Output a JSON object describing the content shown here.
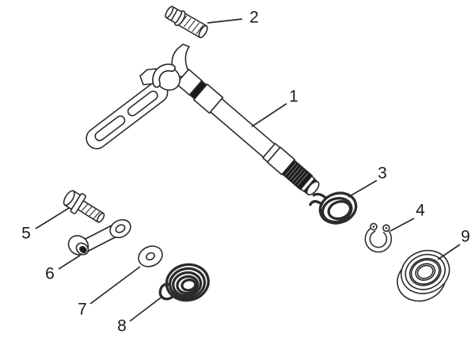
{
  "diagram": {
    "kind": "exploded-parts-diagram",
    "background_color": "#ffffff",
    "line_color": "#2b2b2b",
    "dark_fill_color": "#1a1a1a",
    "parts": [
      {
        "number": "1",
        "shape": "gear-selector-shaft-with-lever"
      },
      {
        "number": "2",
        "shape": "flanged-screw"
      },
      {
        "number": "3",
        "shape": "spring-clip"
      },
      {
        "number": "4",
        "shape": "snap-ring"
      },
      {
        "number": "5",
        "shape": "flanged-bolt"
      },
      {
        "number": "6",
        "shape": "link-lever-bushing"
      },
      {
        "number": "7",
        "shape": "washer"
      },
      {
        "number": "8",
        "shape": "torsion-spring"
      },
      {
        "number": "9",
        "shape": "ball-bearing"
      }
    ]
  }
}
